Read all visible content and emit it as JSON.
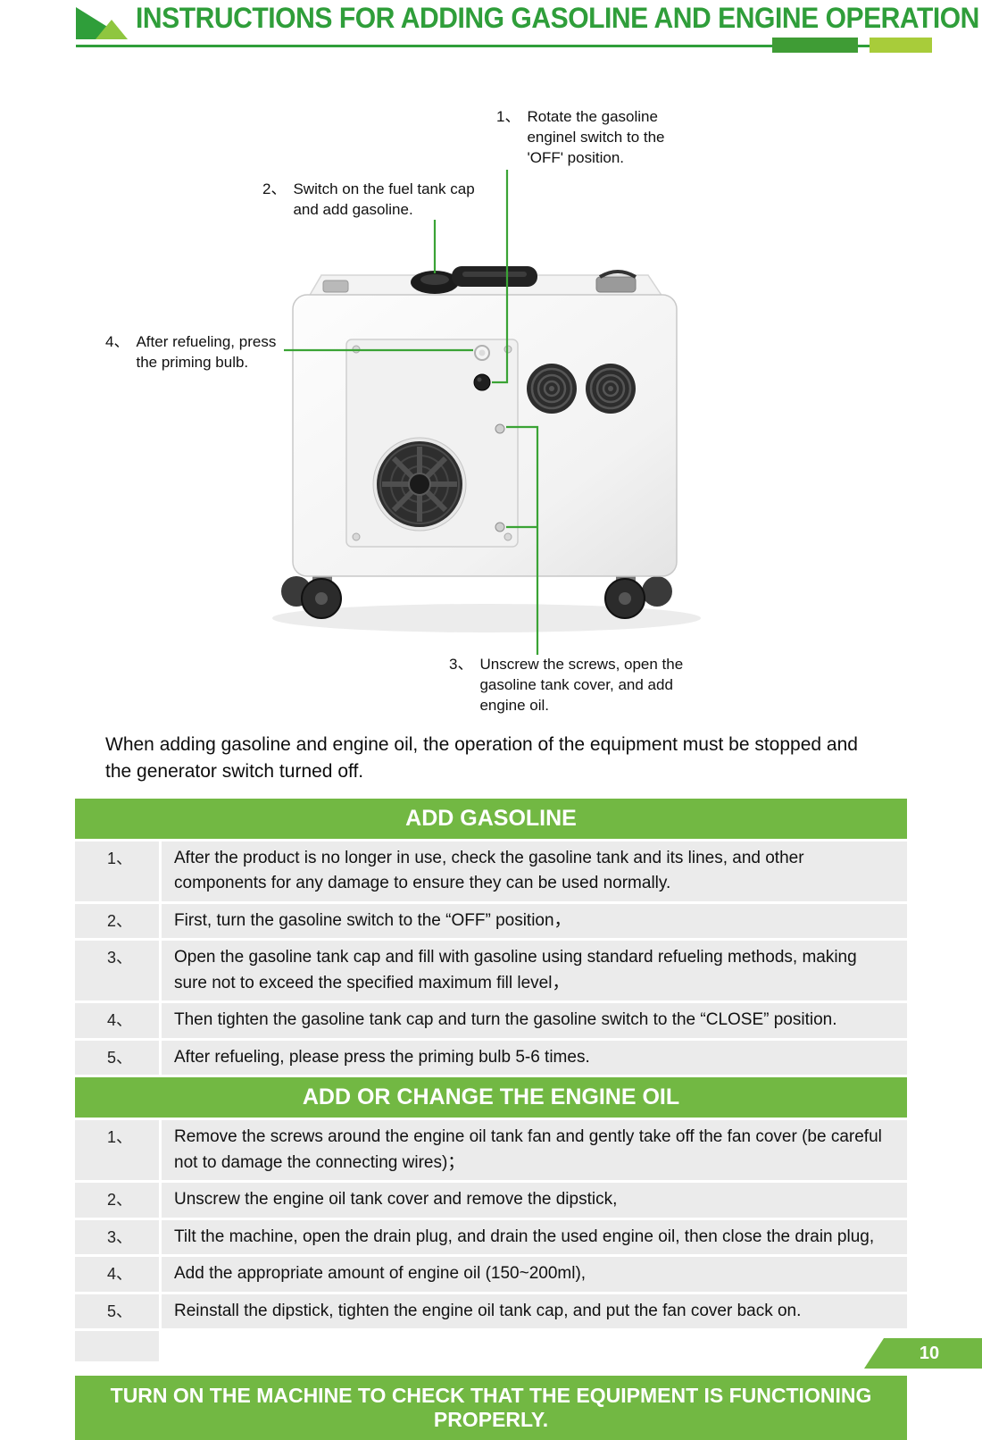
{
  "header": {
    "title": "INSTRUCTIONS FOR ADDING GASOLINE AND ENGINE OPERATION"
  },
  "colors": {
    "green_main": "#2f9e3a",
    "green_banner": "#72b843",
    "green_dark": "#3f9c35",
    "green_light": "#a8cc3a",
    "row_gray": "#ebebeb",
    "line_green": "#3aa335"
  },
  "diagram": {
    "callouts": [
      {
        "num": "1、",
        "text": "Rotate the gasoline enginel switch to the 'OFF' position."
      },
      {
        "num": "2、",
        "text": "Switch on the fuel tank cap and add gasoline."
      },
      {
        "num": "4、",
        "text": "After refueling, press the priming bulb."
      },
      {
        "num": "3、",
        "text": "Unscrew the screws, open the gasoline tank cover, and add engine oil."
      }
    ]
  },
  "note": "When adding gasoline and engine oil, the operation of the equipment must be stopped and the generator switch turned off.",
  "sections": [
    {
      "title": "ADD GASOLINE",
      "rows": [
        {
          "num": "1、",
          "text": "After the product is no longer in use, check the gasoline tank and its lines, and other components for any damage to ensure they can be used normally."
        },
        {
          "num": "2、",
          "text": "First, turn the gasoline switch to the “OFF” position，"
        },
        {
          "num": "3、",
          "text": "Open the gasoline tank cap and fill with gasoline using standard refueling methods, making sure not to exceed the specified maximum fill level，"
        },
        {
          "num": "4、",
          "text": "Then tighten the gasoline tank cap and turn the gasoline switch to the “CLOSE” position."
        },
        {
          "num": "5、",
          "text": "After refueling, please press the priming bulb 5-6 times."
        }
      ]
    },
    {
      "title": "ADD OR CHANGE THE ENGINE OIL",
      "rows": [
        {
          "num": "1、",
          "text": "Remove the screws around the engine oil tank fan and gently take off the fan cover (be careful not to damage the connecting wires)；"
        },
        {
          "num": "2、",
          "text": "Unscrew the engine oil tank cover and remove the dipstick,"
        },
        {
          "num": "3、",
          "text": "Tilt the machine, open the drain plug, and drain the used engine oil, then close the drain plug,"
        },
        {
          "num": "4、",
          "text": "Add the appropriate amount of engine oil (150~200ml),"
        },
        {
          "num": "5、",
          "text": "Reinstall the dipstick, tighten the engine oil tank cap, and put the fan cover back on."
        }
      ]
    }
  ],
  "footer_banner": "TURN ON THE MACHINE TO CHECK THAT THE EQUIPMENT IS FUNCTIONING PROPERLY.",
  "page_number": "10"
}
